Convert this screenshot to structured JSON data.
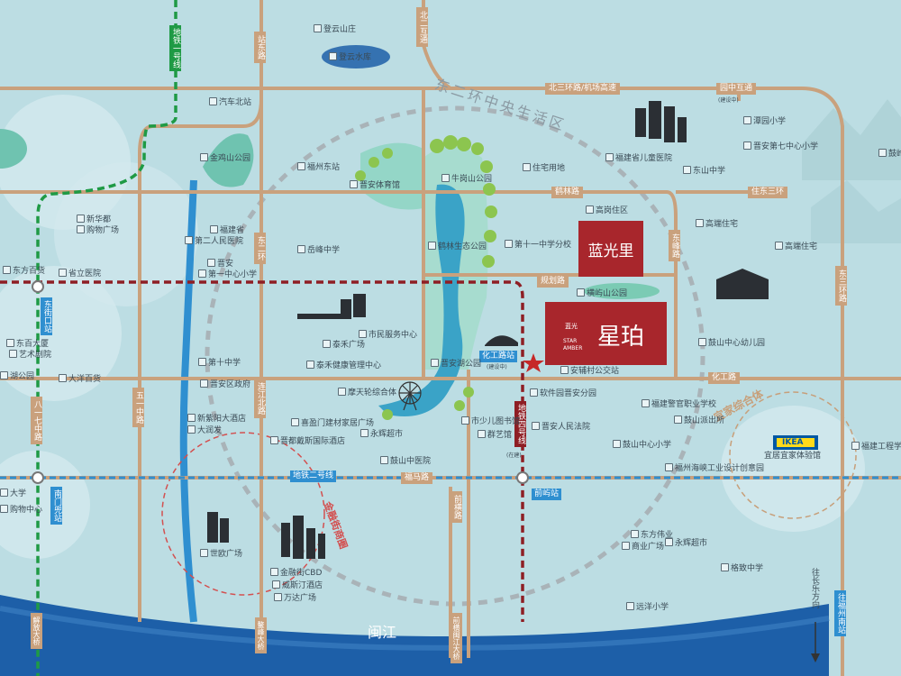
{
  "colors": {
    "background": "#bcdde3",
    "road": "#c9a17d",
    "metro_line_1": "#1f9a45",
    "metro_line_2": "#2f8fd0",
    "metro_line_4": "#8e1e24",
    "river": "#1d5fa8",
    "project_red": "#a8262c"
  },
  "roads": {
    "north_ring3": "北三环路/机场高速",
    "beizhong": "北二互通",
    "yuanzhong": "园中互通",
    "yuanzhong_sub": "(建设中)",
    "zhanlong": "站东路",
    "helin": "鹤林路",
    "zhudong_ring3": "住东三环",
    "dongfeng": "东峰路",
    "donger": "东二环",
    "guihua": "规划路",
    "huagong": "化工路",
    "dongsan": "东三环路",
    "wuyi": "五一中路",
    "bayiqi": "八一七中路",
    "lianjiang": "连江北路",
    "fuma": "福马路",
    "qianheng": "前横路",
    "qianheng_bridge": "前横闽江大桥",
    "aodou_bridge": "鳌峰大桥",
    "jiefang_bridge": "解放大桥",
    "to_changle": "往长乐方向"
  },
  "metro": {
    "line1": "地铁一号线",
    "line2": "地铁二号线",
    "line4": "地铁四号线",
    "line4_sub": "(在建)",
    "dongjie": "东街口站",
    "nanmen": "南门兜站",
    "qianyu": "前屿站",
    "huagonglu": "化工路站",
    "huagonglu_sub": "(建设中)",
    "fuzhou_south": "往福州南站"
  },
  "labels": {
    "ring_area": "东二环中央生活区",
    "finance_area": "金融街商圈",
    "mall_area": "宜家综合体",
    "river": "闽江",
    "lanquangli": "蓝光里",
    "xingpo": "星珀",
    "xingpo_en": "STAR AMBER",
    "xingpo_small": "蓝光",
    "ikea": "IKEA",
    "ikea_label": "宜居宜家体验馆"
  },
  "pois": [
    {
      "t": "登云山庄"
    },
    {
      "t": "登云水库"
    },
    {
      "t": "汽车北站"
    },
    {
      "t": "金鸡山公园"
    },
    {
      "t": "福州东站"
    },
    {
      "t": "晋安体育馆"
    },
    {
      "t": "牛岗山公园"
    },
    {
      "t": "住宅用地"
    },
    {
      "t": "福建省儿童医院"
    },
    {
      "t": "潭园小学"
    },
    {
      "t": "晋安第七中心小学"
    },
    {
      "t": "东山中学"
    },
    {
      "t": "鼓岭"
    },
    {
      "t": "新华都"
    },
    {
      "t": "购物广场"
    },
    {
      "t": "福建省"
    },
    {
      "t": "第二人民医院"
    },
    {
      "t": "岳峰中学"
    },
    {
      "t": "鹤林生态公园"
    },
    {
      "t": "第十一中学分校"
    },
    {
      "t": "高岗住区"
    },
    {
      "t": "高端住宅"
    },
    {
      "t": "高端住宅"
    },
    {
      "t": "东方百货"
    },
    {
      "t": "省立医院"
    },
    {
      "t": "晋安"
    },
    {
      "t": "第一中心小学"
    },
    {
      "t": "横屿山公园"
    },
    {
      "t": "市民服务中心"
    },
    {
      "t": "泰禾广场"
    },
    {
      "t": "泰禾健康管理中心"
    },
    {
      "t": "晋安湖公园"
    },
    {
      "t": "安辅村公交站"
    },
    {
      "t": "鼓山中心幼儿园"
    },
    {
      "t": "东百大厦"
    },
    {
      "t": "艺术剧院"
    },
    {
      "t": "大洋百货"
    },
    {
      "t": "第十中学"
    },
    {
      "t": "晋安区政府"
    },
    {
      "t": "摩天轮综合体"
    },
    {
      "t": "软件园晋安分园"
    },
    {
      "t": "福建警官职业学校"
    },
    {
      "t": "新紫阳大酒店"
    },
    {
      "t": "大润发"
    },
    {
      "t": "喜盈门建材家居广场"
    },
    {
      "t": "晋都戴斯国际酒店"
    },
    {
      "t": "永辉超市"
    },
    {
      "t": "市少儿图书馆"
    },
    {
      "t": "群艺馆"
    },
    {
      "t": "晋安人民法院"
    },
    {
      "t": "鼓山派出所"
    },
    {
      "t": "鼓山中心小学"
    },
    {
      "t": "福建工程学院"
    },
    {
      "t": "鼓山中医院"
    },
    {
      "t": "福州海峡工业设计创意园"
    },
    {
      "t": "大学"
    },
    {
      "t": "购物中心"
    },
    {
      "t": "世欧广场"
    },
    {
      "t": "金融街CBD"
    },
    {
      "t": "威斯汀酒店"
    },
    {
      "t": "万达广场"
    },
    {
      "t": "东方伟业"
    },
    {
      "t": "商业广场"
    },
    {
      "t": "永辉超市"
    },
    {
      "t": "格致中学"
    },
    {
      "t": "远洋小学"
    },
    {
      "t": "湖公园"
    }
  ]
}
